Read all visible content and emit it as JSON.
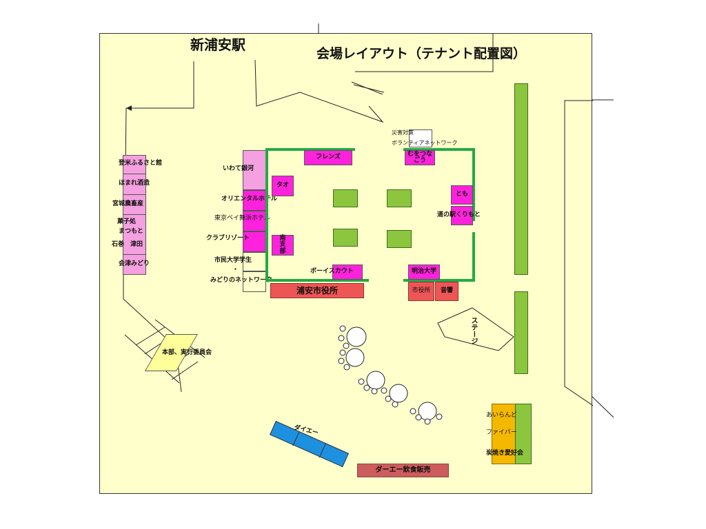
{
  "station_title": "新浦安駅",
  "layout_title": "会場レイアウト（テナント配置図）",
  "left_stalls": [
    "登米ふるさと館",
    "ほまれ酒造",
    "宮城農畜産",
    "菓子処",
    "まつもと",
    "石巻　津田",
    "会津みどり"
  ],
  "middle_labels": [
    "いわて銀河",
    "オリエンタルホテル",
    "東京ベイ舞浜ホテル",
    "クラブリゾート",
    "市民大学学生",
    "・",
    "みどりのネットワーク"
  ],
  "tao": "タオ",
  "minami": "南\n支\n部",
  "friends": "フレンズ",
  "mutsunagou": "むをつなごう",
  "saigai1": "災害対策",
  "saigai2": "ボランティアネットワーク",
  "tomo": "とも",
  "michinoeki": "道の駅くりもと",
  "boyscout": "ボーイスカウト",
  "meiji": "明治大学",
  "urayasu_city_office": "浦安市役所",
  "city_office": "市役所",
  "sound": "音響",
  "stage": "ステージ",
  "honbu": "本部、実行委員会",
  "daiei": "ダイエー",
  "daiei_food": "ダーエー飲食販売",
  "bottom_right": [
    "あいらんど",
    "ファイバー",
    "炭焼き愛好会"
  ],
  "colors": {
    "background": "#ffffcc",
    "magenta": "#ff22dd",
    "pink": "#f5a0e0",
    "green_booth": "#8cc63f",
    "green_line": "#22aa44",
    "red": "#ee5555",
    "orange": "#f5b800",
    "blue": "#1e90e0",
    "yellow": "#ffff99"
  }
}
